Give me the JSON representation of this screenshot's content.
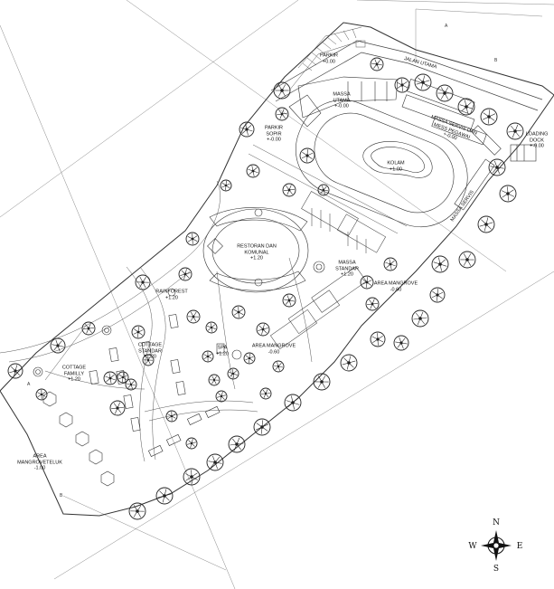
{
  "labels": {
    "parkir": {
      "name": "PARKIR",
      "level": "+0.00"
    },
    "jalan_utama": {
      "name": "JALAN UTAMA"
    },
    "massa_utama": {
      "name": "MASSA",
      "name2": "UTAMA",
      "level": "+-0.00"
    },
    "massa_servis": {
      "name": "MASSA SERVIS DAN",
      "name2": "MESS PEGAWAI",
      "level": "+-0.00"
    },
    "parkir_sopir": {
      "name": "PARKIR",
      "name2": "SOPIR",
      "level": "+-0.00"
    },
    "loading_dock": {
      "name": "LOADING",
      "name2": "DOCK",
      "level": "+-0.00"
    },
    "kolam": {
      "name": "KOLAM",
      "level": "+1.00"
    },
    "massa_servis2": {
      "name": "MASSA SERVIS"
    },
    "restoran": {
      "name": "RESTORAN DAN",
      "name2": "KOMUNAL",
      "level": "+1.20"
    },
    "massa_standar": {
      "name": "MASSA",
      "name2": "STANDAR",
      "level": "+1.20"
    },
    "area_mangrove_1": {
      "name": "AREA MANGROVE",
      "level": "-0.60"
    },
    "rainforest": {
      "name": "RAINFOREST",
      "level": "+1.20"
    },
    "cottage_standar": {
      "name": "COTTAGE",
      "name2": "STANDAR",
      "level": "+1.20"
    },
    "spa": {
      "name": "SPA",
      "level": "+1.20"
    },
    "area_mangrove_2": {
      "name": "AREA MANGROVE",
      "level": "-0.60"
    },
    "cottage_family": {
      "name": "COTTAGE",
      "name2": "FAMILLY",
      "level": "+1.20"
    },
    "mangrove_teluk": {
      "name": "AREA",
      "name2": "MANGROVETELUK",
      "level": "-1.00"
    }
  },
  "section_markers": {
    "a_top": "A",
    "b_right": "B",
    "a_left": "A",
    "b_bottom": "B"
  },
  "compass": {
    "n": "N",
    "s": "S",
    "e": "E",
    "w": "W"
  },
  "colors": {
    "line": "#444444",
    "tree": "#222222",
    "paper": "#ffffff"
  }
}
